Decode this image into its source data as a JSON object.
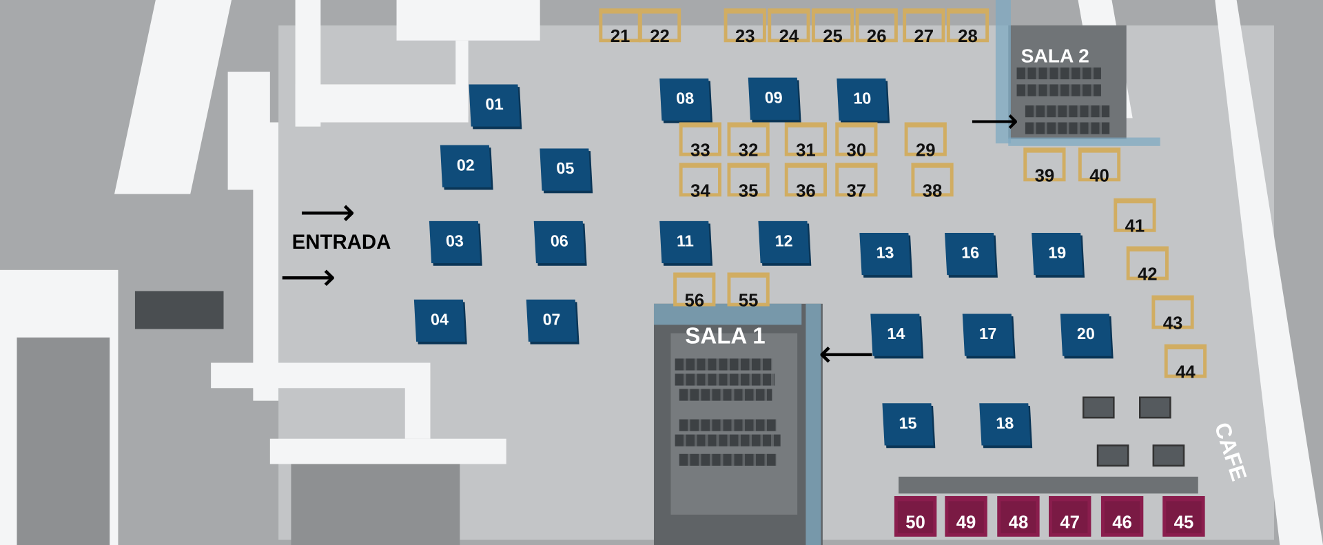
{
  "labels": {
    "entrance": "ENTRADA",
    "room1": "SALA 1",
    "room2": "SALA 2",
    "cafe": "CAFE"
  },
  "booths": [
    "01",
    "02",
    "03",
    "04",
    "05",
    "06",
    "07",
    "08",
    "09",
    "10",
    "11",
    "12",
    "13",
    "14",
    "15",
    "16",
    "17",
    "18",
    "19",
    "20"
  ],
  "stands": [
    "21",
    "22",
    "23",
    "24",
    "25",
    "26",
    "27",
    "28",
    "29",
    "30",
    "31",
    "32",
    "33",
    "34",
    "35",
    "36",
    "37",
    "38",
    "39",
    "40",
    "41",
    "42",
    "43",
    "44",
    "55",
    "56"
  ],
  "magenta_stands": [
    "45",
    "46",
    "47",
    "48",
    "49",
    "50"
  ],
  "colors": {
    "booth": "#0f4c7a",
    "stand": "#d1ad62",
    "magenta": "#7a1a44",
    "room": "#5f6366"
  }
}
